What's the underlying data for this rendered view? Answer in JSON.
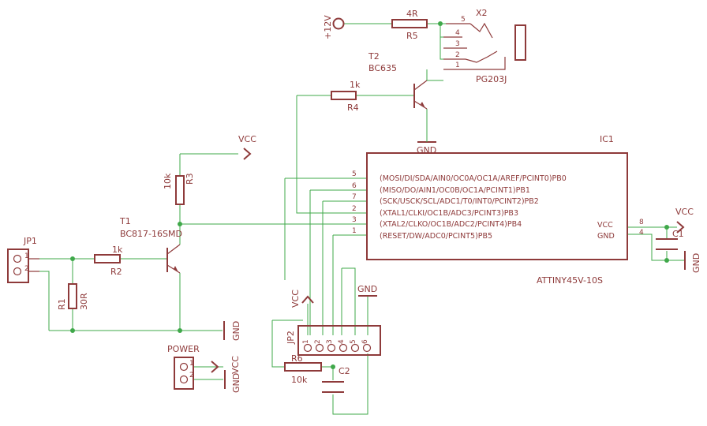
{
  "supply": {
    "v12": "+12V",
    "vcc": "VCC",
    "gnd": "GND"
  },
  "resistors": {
    "r5": {
      "name": "R5",
      "value": "4R"
    },
    "r4": {
      "name": "R4",
      "value": "1k"
    },
    "r3": {
      "name": "R3",
      "value": "10k"
    },
    "r2": {
      "name": "R2",
      "value": "1k"
    },
    "r1": {
      "name": "R1",
      "value": "30R"
    },
    "r6": {
      "name": "R6",
      "value": "10k"
    }
  },
  "transistors": {
    "t2": {
      "name": "T2",
      "value": "BC635"
    },
    "t1": {
      "name": "T1",
      "value": "BC817-16SMD"
    }
  },
  "connectors": {
    "x2": {
      "name": "X2",
      "value": "PG203J",
      "pins": [
        "5",
        "4",
        "3",
        "2",
        "1"
      ]
    },
    "jp1": {
      "name": "JP1",
      "pins": [
        "1",
        "2"
      ]
    },
    "power": {
      "name": "POWER",
      "pins": [
        "1",
        "2"
      ]
    },
    "jp2": {
      "name": "JP2",
      "pins": [
        "1",
        "2",
        "3",
        "4",
        "5",
        "6"
      ]
    }
  },
  "capacitors": {
    "c1": {
      "name": "C1"
    },
    "c2": {
      "name": "C2"
    }
  },
  "ic1": {
    "name": "IC1",
    "value": "ATTINY45V-10S",
    "left_pins": [
      {
        "num": "5",
        "label": "(MOSI/DI/SDA/AIN0/OC0A/OC1A/AREF/PCINT0)PB0"
      },
      {
        "num": "6",
        "label": "(MISO/DO/AIN1/OC0B/OC1A/PCINT1)PB1"
      },
      {
        "num": "7",
        "label": "(SCK/USCK/SCL/ADC1/T0/INT0/PCINT2)PB2"
      },
      {
        "num": "2",
        "label": "(XTAL1/CLKI/OC1B/ADC3/PCINT3)PB3"
      },
      {
        "num": "3",
        "label": "(XTAL2/CLKO/OC1B/ADC2/PCINT4)PB4"
      },
      {
        "num": "1",
        "label": "(RESET/DW/ADC0/PCINT5)PB5"
      }
    ],
    "right_pins": [
      {
        "num": "8",
        "label": "VCC"
      },
      {
        "num": "4",
        "label": "GND"
      }
    ]
  }
}
